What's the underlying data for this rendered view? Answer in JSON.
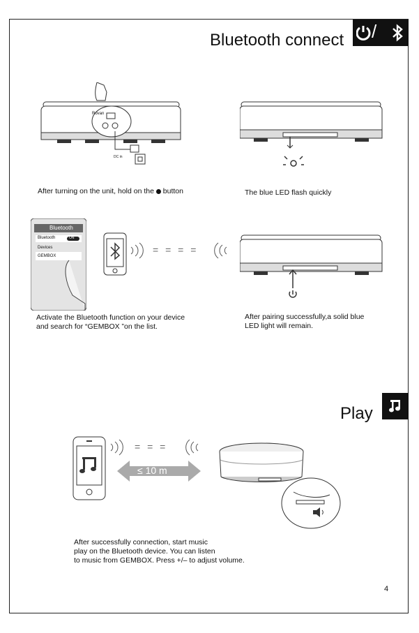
{
  "section1": {
    "title": "Bluetooth connect",
    "badge_icons": [
      "power-icon",
      "bluetooth-icon"
    ],
    "badge_separator": "/"
  },
  "step1": {
    "caption_before": "After turning on the unit, hold on the ",
    "caption_after": " button",
    "panel_text": "Rovan",
    "dc_label": "DC in"
  },
  "step2": {
    "caption": "The blue LED flash quickly"
  },
  "step3": {
    "caption_line1": "Activate the Bluetooth function on your device",
    "caption_line2": "and search for “GEMBOX ”on the list.",
    "settings": {
      "header": "Bluetooth",
      "row_label": "Bluetooth",
      "toggle": "ON",
      "devices_label": "Devices",
      "device_name": "GEMBOX"
    },
    "signal_dashes": "= = = ="
  },
  "step4": {
    "caption_line1": " After pairing successfully,a solid blue",
    "caption_line2": "LED light will remain."
  },
  "section2": {
    "title": "Play",
    "badge_icon": "music-note-icon"
  },
  "play": {
    "distance": "≤ 10 m",
    "signal_dashes": "= = =",
    "caption_line1": "After successfully connection, start music",
    "caption_line2": "play on the Bluetooth device. You can listen",
    "caption_line3": "to music from GEMBOX. Press +/– to adjust volume."
  },
  "page_number": "4"
}
